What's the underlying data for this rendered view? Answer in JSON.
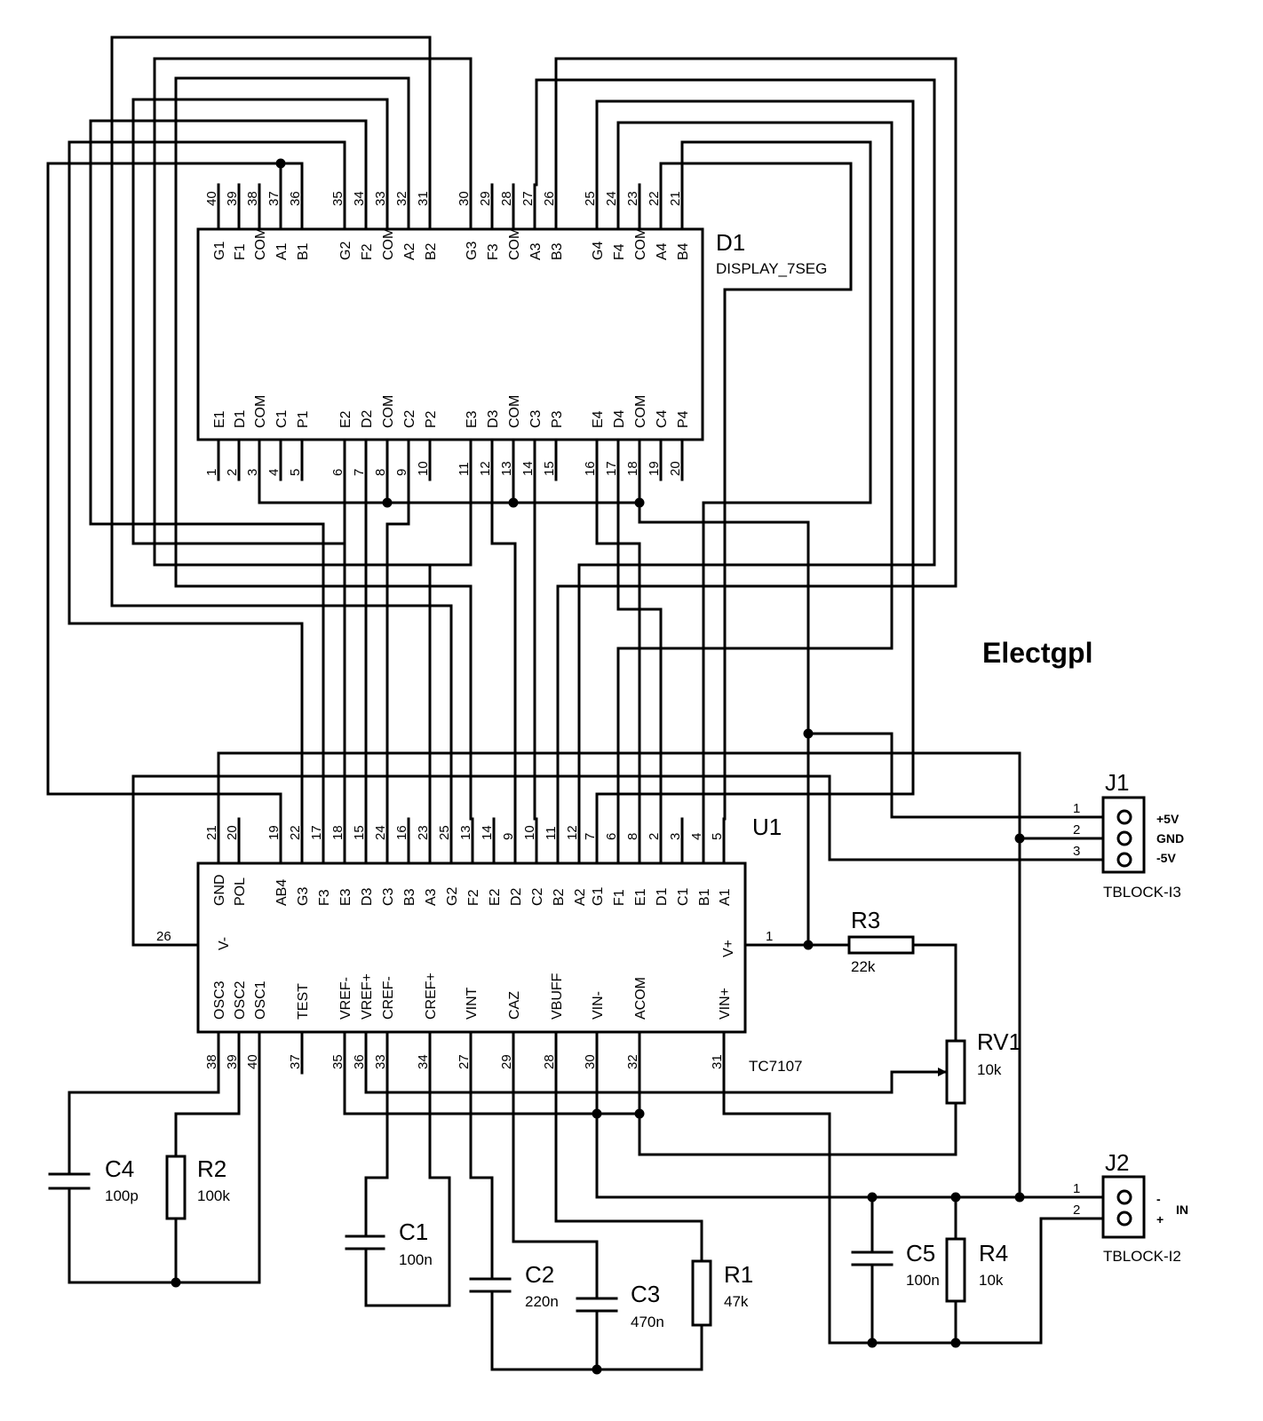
{
  "brand": "Electgpl",
  "d1": {
    "ref": "D1",
    "value": "DISPLAY_7SEG",
    "top_pins": [
      {
        "num": "40",
        "sig": "G1"
      },
      {
        "num": "39",
        "sig": "F1"
      },
      {
        "num": "38",
        "sig": "COM"
      },
      {
        "num": "37",
        "sig": "A1"
      },
      {
        "num": "36",
        "sig": "B1"
      },
      {
        "num": "35",
        "sig": "G2"
      },
      {
        "num": "34",
        "sig": "F2"
      },
      {
        "num": "33",
        "sig": "COM"
      },
      {
        "num": "32",
        "sig": "A2"
      },
      {
        "num": "31",
        "sig": "B2"
      },
      {
        "num": "30",
        "sig": "G3"
      },
      {
        "num": "29",
        "sig": "F3"
      },
      {
        "num": "28",
        "sig": "COM"
      },
      {
        "num": "27",
        "sig": "A3"
      },
      {
        "num": "26",
        "sig": "B3"
      },
      {
        "num": "25",
        "sig": "G4"
      },
      {
        "num": "24",
        "sig": "F4"
      },
      {
        "num": "23",
        "sig": "COM"
      },
      {
        "num": "22",
        "sig": "A4"
      },
      {
        "num": "21",
        "sig": "B4"
      }
    ],
    "bottom_pins": [
      {
        "num": "1",
        "sig": "E1"
      },
      {
        "num": "2",
        "sig": "D1"
      },
      {
        "num": "3",
        "sig": "COM"
      },
      {
        "num": "4",
        "sig": "C1"
      },
      {
        "num": "5",
        "sig": "P1"
      },
      {
        "num": "6",
        "sig": "E2"
      },
      {
        "num": "7",
        "sig": "D2"
      },
      {
        "num": "8",
        "sig": "COM"
      },
      {
        "num": "9",
        "sig": "C2"
      },
      {
        "num": "10",
        "sig": "P2"
      },
      {
        "num": "11",
        "sig": "E3"
      },
      {
        "num": "12",
        "sig": "D3"
      },
      {
        "num": "13",
        "sig": "COM"
      },
      {
        "num": "14",
        "sig": "C3"
      },
      {
        "num": "15",
        "sig": "P3"
      },
      {
        "num": "16",
        "sig": "E4"
      },
      {
        "num": "17",
        "sig": "D4"
      },
      {
        "num": "18",
        "sig": "COM"
      },
      {
        "num": "19",
        "sig": "C4"
      },
      {
        "num": "20",
        "sig": "P4"
      }
    ]
  },
  "u1": {
    "ref": "U1",
    "value": "TC7107",
    "top_pins": [
      {
        "num": "21",
        "sig": "GND"
      },
      {
        "num": "20",
        "sig": "POL"
      },
      {
        "num": "19",
        "sig": "AB4"
      },
      {
        "num": "22",
        "sig": "G3"
      },
      {
        "num": "17",
        "sig": "F3"
      },
      {
        "num": "18",
        "sig": "E3"
      },
      {
        "num": "15",
        "sig": "D3"
      },
      {
        "num": "24",
        "sig": "C3"
      },
      {
        "num": "16",
        "sig": "B3"
      },
      {
        "num": "23",
        "sig": "A3"
      },
      {
        "num": "25",
        "sig": "G2"
      },
      {
        "num": "13",
        "sig": "F2"
      },
      {
        "num": "14",
        "sig": "E2"
      },
      {
        "num": "9",
        "sig": "D2"
      },
      {
        "num": "10",
        "sig": "C2"
      },
      {
        "num": "11",
        "sig": "B2"
      },
      {
        "num": "12",
        "sig": "A2"
      },
      {
        "num": "7",
        "sig": "G1"
      },
      {
        "num": "6",
        "sig": "F1"
      },
      {
        "num": "8",
        "sig": "E1"
      },
      {
        "num": "2",
        "sig": "D1"
      },
      {
        "num": "3",
        "sig": "C1"
      },
      {
        "num": "4",
        "sig": "B1"
      },
      {
        "num": "5",
        "sig": "A1"
      }
    ],
    "bottom_pins": [
      {
        "num": "38",
        "sig": "OSC3"
      },
      {
        "num": "39",
        "sig": "OSC2"
      },
      {
        "num": "40",
        "sig": "OSC1"
      },
      {
        "num": "37",
        "sig": "TEST"
      },
      {
        "num": "35",
        "sig": "VREF-"
      },
      {
        "num": "36",
        "sig": "VREF+"
      },
      {
        "num": "33",
        "sig": "CREF-"
      },
      {
        "num": "34",
        "sig": "CREF+"
      },
      {
        "num": "27",
        "sig": "VINT"
      },
      {
        "num": "29",
        "sig": "CAZ"
      },
      {
        "num": "28",
        "sig": "VBUFF"
      },
      {
        "num": "30",
        "sig": "VIN-"
      },
      {
        "num": "32",
        "sig": "ACOM"
      },
      {
        "num": "31",
        "sig": "VIN+"
      }
    ],
    "left_pin": {
      "num": "26",
      "sig": "V-"
    },
    "right_pin": {
      "num": "1",
      "sig": "V+"
    }
  },
  "parts": {
    "c4": {
      "ref": "C4",
      "value": "100p"
    },
    "r2": {
      "ref": "R2",
      "value": "100k"
    },
    "c1": {
      "ref": "C1",
      "value": "100n"
    },
    "c2": {
      "ref": "C2",
      "value": "220n"
    },
    "c3": {
      "ref": "C3",
      "value": "470n"
    },
    "r1": {
      "ref": "R1",
      "value": "47k"
    },
    "r3": {
      "ref": "R3",
      "value": "22k"
    },
    "rv1": {
      "ref": "RV1",
      "value": "10k"
    },
    "c5": {
      "ref": "C5",
      "value": "100n"
    },
    "r4": {
      "ref": "R4",
      "value": "10k"
    }
  },
  "j1": {
    "ref": "J1",
    "value": "TBLOCK-I3",
    "pins": [
      {
        "num": "1",
        "label": "+5V"
      },
      {
        "num": "2",
        "label": "GND"
      },
      {
        "num": "3",
        "label": "-5V"
      }
    ]
  },
  "j2": {
    "ref": "J2",
    "value": "TBLOCK-I2",
    "pins": [
      {
        "num": "1",
        "label": "-"
      },
      {
        "num": "2",
        "label": "+"
      }
    ],
    "label": "IN"
  }
}
